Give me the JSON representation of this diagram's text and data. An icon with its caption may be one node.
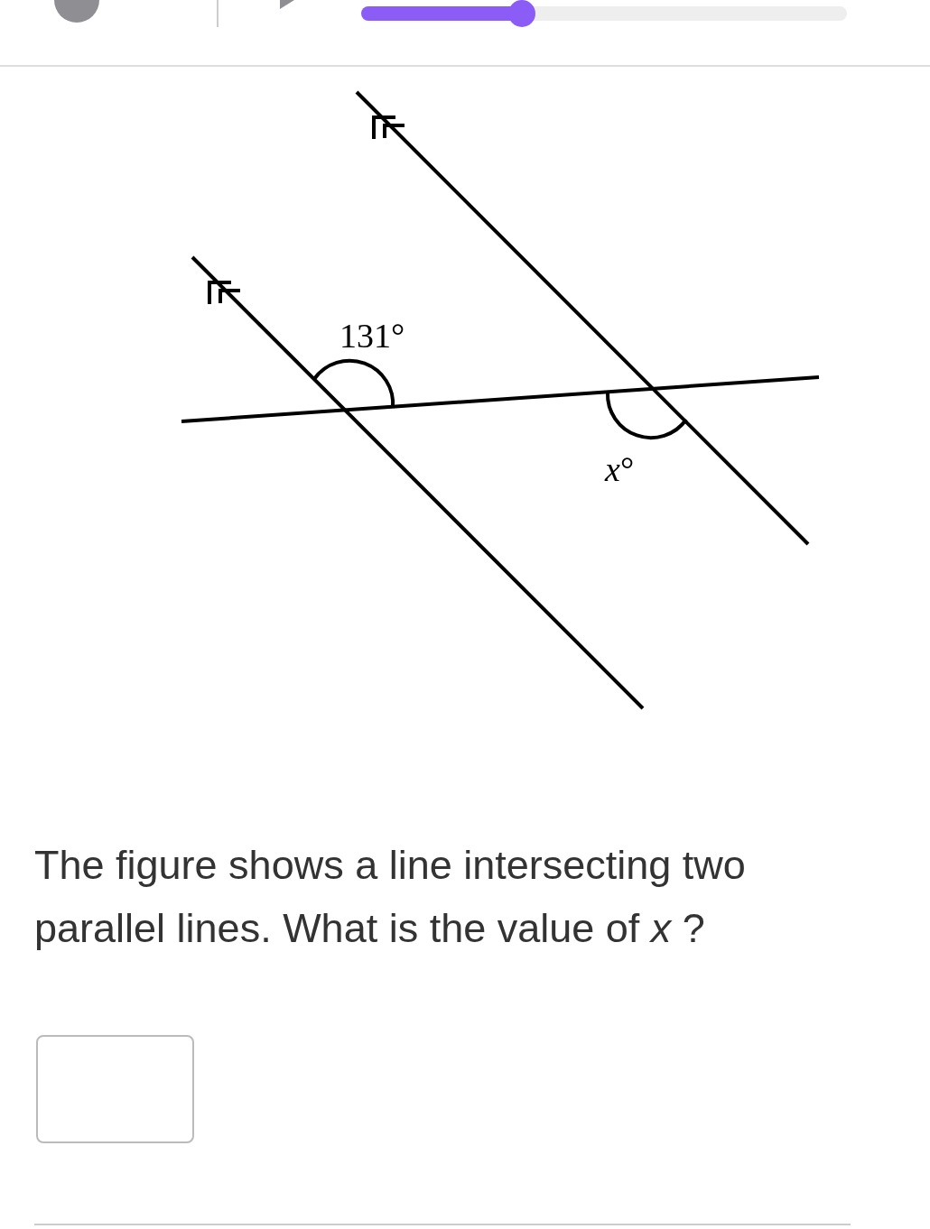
{
  "diagram": {
    "labels": [
      "131°",
      "*x*°",
      "The figure shows a line intersecting two parallel lines. What is the value of *x* ?"
    ]
  }
}
